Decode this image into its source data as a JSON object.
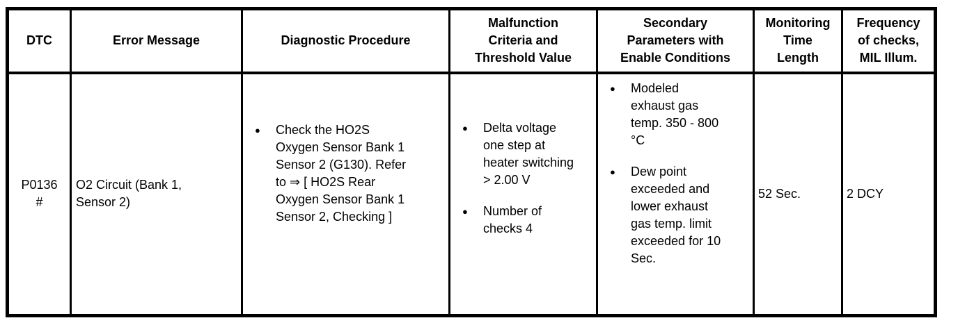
{
  "page": {
    "background": "#ffffff",
    "border_color": "#000000",
    "text_color": "#000000"
  },
  "table": {
    "bullet_glyph": "●",
    "headers": [
      {
        "label": "DTC"
      },
      {
        "label": "Error Message"
      },
      {
        "label": "Diagnostic Procedure"
      },
      {
        "label": "Malfunction\nCriteria and\nThreshold Value"
      },
      {
        "label": "Secondary\nParameters with\nEnable Conditions"
      },
      {
        "label": "Monitoring\nTime\nLength"
      },
      {
        "label": "Frequency\nof checks,\nMIL Illum."
      }
    ],
    "row": {
      "dtc": "P0136\n#",
      "error_message": "O2 Circuit (Bank 1,\nSensor 2)",
      "diagnostic_procedure": {
        "bullets": [
          "Check the HO2S\nOxygen Sensor Bank 1\nSensor 2 (G130). Refer\nto ⇒ [ HO2S Rear\nOxygen Sensor Bank 1\nSensor 2, Checking ]"
        ]
      },
      "malfunction_criteria": {
        "bullets": [
          "Delta voltage\none step at\nheater switching\n> 2.00 V",
          "Number of\nchecks 4"
        ]
      },
      "secondary_parameters": {
        "bullets": [
          "Modeled\nexhaust gas\ntemp. 350 - 800\n°C",
          "Dew point\nexceeded and\nlower exhaust\ngas temp. limit\nexceeded for 10\nSec."
        ]
      },
      "monitoring_time": "52 Sec.",
      "frequency": "2 DCY"
    }
  }
}
